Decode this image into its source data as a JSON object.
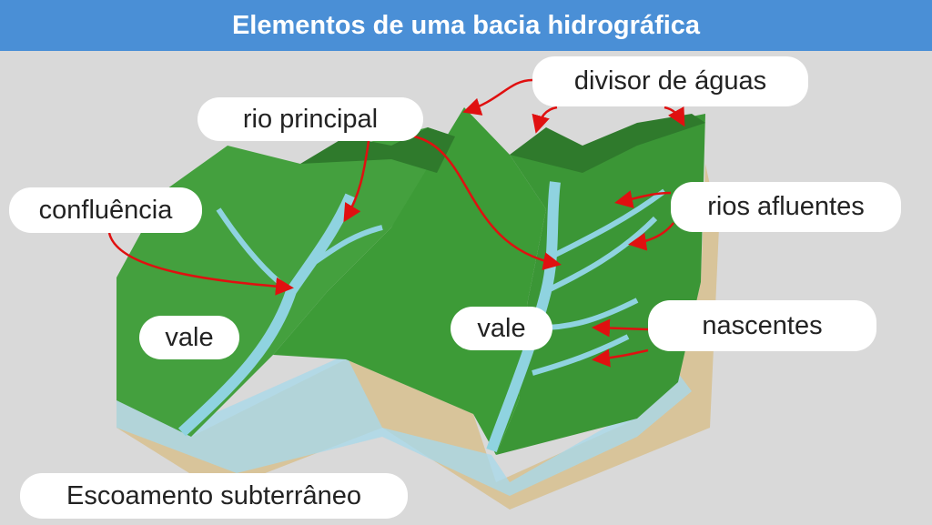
{
  "header": {
    "title": "Elementos de uma bacia hidrográfica"
  },
  "labels": {
    "divisor": "divisor de águas",
    "rio_principal": "rio principal",
    "confluencia": "confluência",
    "rios_afluentes": "rios afluentes",
    "vale_left": "vale",
    "vale_right": "vale",
    "nascentes": "nascentes",
    "escoamento": "Escoamento subterrâneo"
  },
  "colors": {
    "header": "#4a8fd6",
    "arrow": "#e01010",
    "terrain": "#3f9a3a",
    "river": "#8fd3e0",
    "soil": "#d8c49a"
  }
}
